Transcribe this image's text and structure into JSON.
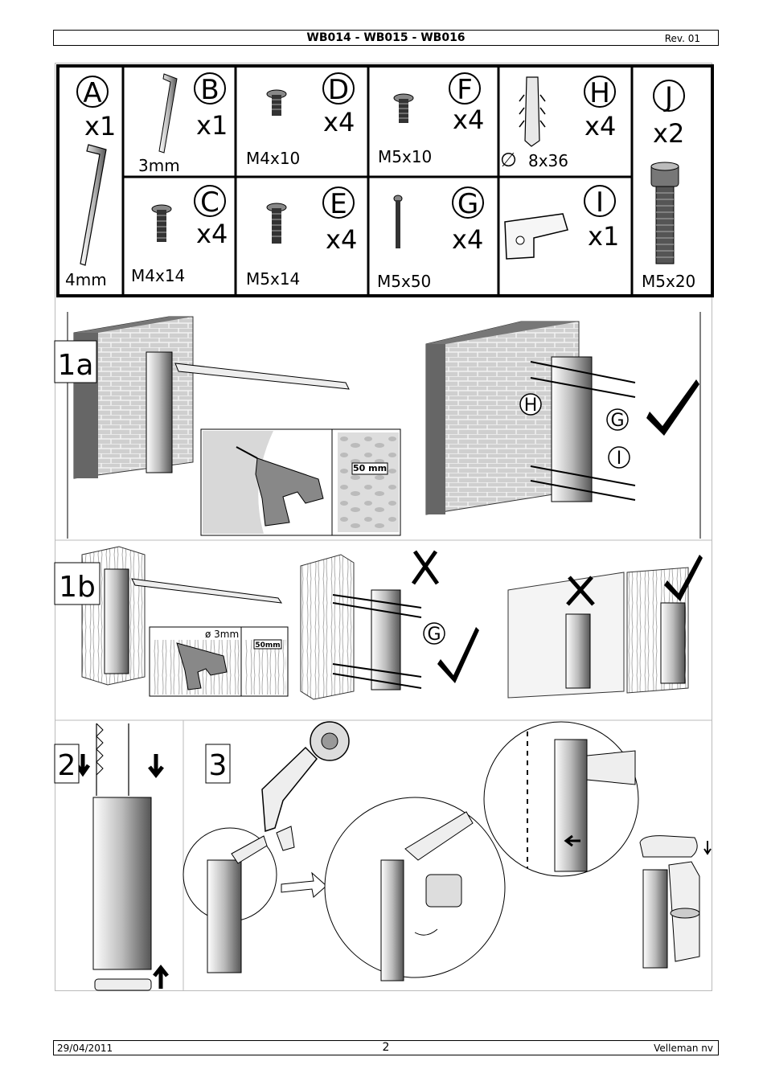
{
  "header": {
    "title": "WB014 - WB015 - WB016",
    "revision": "Rev. 01"
  },
  "parts": [
    {
      "letter": "A",
      "qty": "x1",
      "size": "4mm",
      "icon": "allen-key-large"
    },
    {
      "letter": "B",
      "qty": "x1",
      "size": "3mm",
      "icon": "allen-key-small"
    },
    {
      "letter": "D",
      "qty": "x4",
      "size": "M4x10",
      "icon": "screw"
    },
    {
      "letter": "F",
      "qty": "x4",
      "size": "M5x10",
      "icon": "screw"
    },
    {
      "letter": "H",
      "qty": "x4",
      "size": "8x36",
      "icon": "wall-plug"
    },
    {
      "letter": "J",
      "qty": "x2",
      "size": "M5x20",
      "icon": "socket-bolt"
    },
    {
      "letter": "C",
      "qty": "x4",
      "size": "M4x14",
      "icon": "screw"
    },
    {
      "letter": "E",
      "qty": "x4",
      "size": "M5x14",
      "icon": "screw"
    },
    {
      "letter": "G",
      "qty": "x4",
      "size": "M5x50",
      "icon": "long-screw"
    },
    {
      "letter": "I",
      "qty": "x1",
      "size": "",
      "icon": "bracket"
    }
  ],
  "diameter_symbol": "∅",
  "steps": {
    "s1a": {
      "label": "1a",
      "depth": "50 mm",
      "callouts": [
        "H",
        "G",
        "I"
      ]
    },
    "s1b": {
      "label": "1b",
      "drill": "ø 3mm",
      "depth": "50mm",
      "callouts": [
        "G"
      ]
    },
    "s2": {
      "label": "2"
    },
    "s3": {
      "label": "3"
    }
  },
  "footer": {
    "date": "29/04/2011",
    "page": "2",
    "company": "Velleman nv"
  }
}
